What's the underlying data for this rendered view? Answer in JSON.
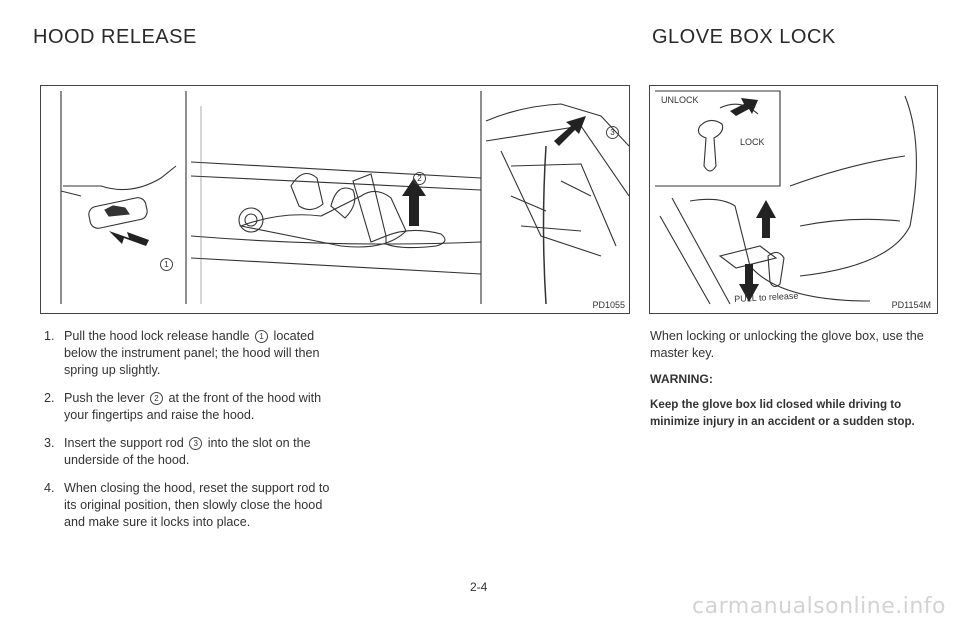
{
  "hood_section": {
    "title": "HOOD RELEASE",
    "figure_code": "PD1055",
    "callout_1": "1",
    "callout_2": "2",
    "callout_3": "3",
    "steps": [
      {
        "num": "1.",
        "before": "Pull the hood lock release handle",
        "ref": "1",
        "after": "located below the instrument panel; the hood will then spring up slightly."
      },
      {
        "num": "2.",
        "before": "Push the lever",
        "ref": "2",
        "after": "at the front of the hood with your fingertips and raise the hood."
      },
      {
        "num": "3.",
        "before": "Insert the support rod",
        "ref": "3",
        "after": "into the slot on the underside of the hood."
      },
      {
        "num": "4.",
        "before": "When closing the hood, reset the support rod to its original position, then slowly close the hood and make sure it locks into place.",
        "ref": "",
        "after": ""
      }
    ]
  },
  "glove_section": {
    "title": "GLOVE BOX LOCK",
    "figure_code": "PD1154M",
    "unlock_label": "UNLOCK",
    "lock_label": "LOCK",
    "pull_label": "PULL to release",
    "body_text": "When locking or unlocking the glove box, use the master key.",
    "warning_heading": "WARNING:",
    "warning_text": "Keep the glove box lid closed while driving to minimize injury in an accident or a sudden stop."
  },
  "page_number": "2-4",
  "watermark": "carmanualsonline.info"
}
